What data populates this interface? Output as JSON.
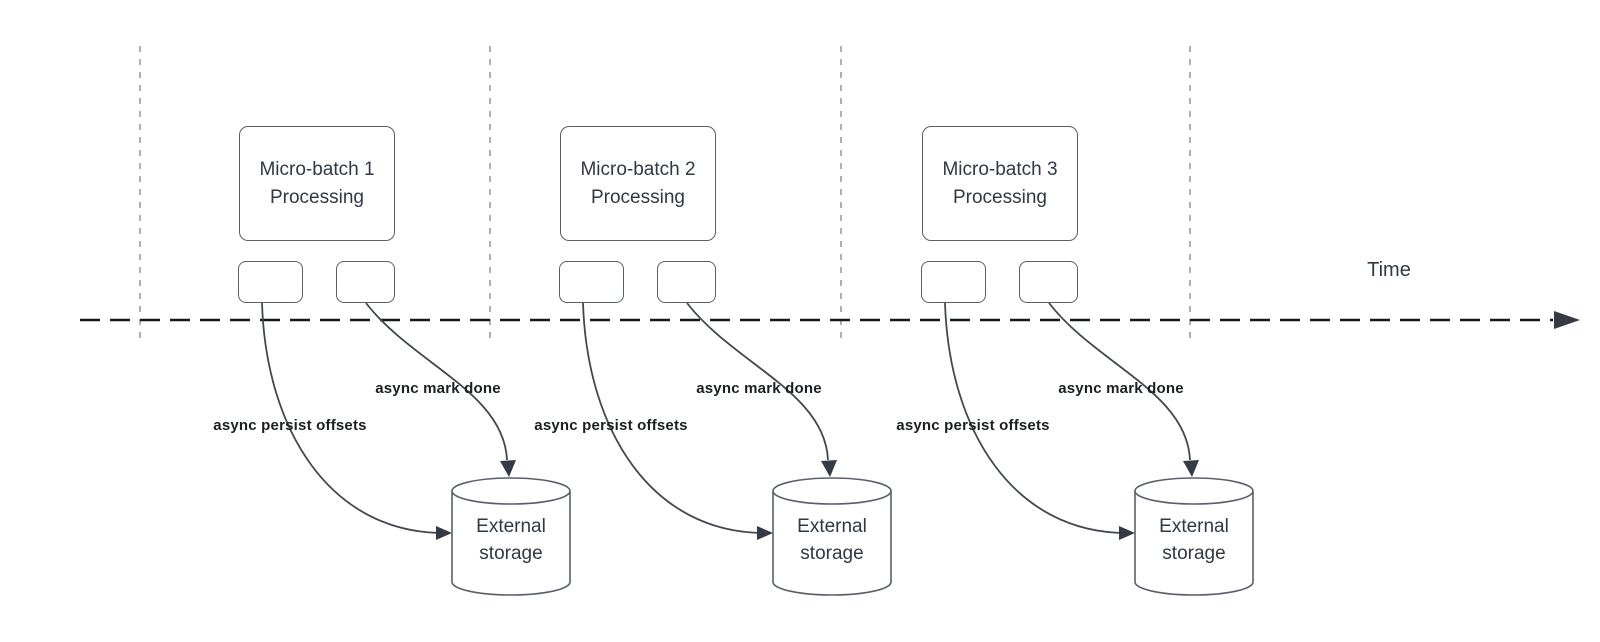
{
  "time_axis_label": "Time",
  "batches": [
    {
      "title": "Micro-batch 1\nProcessing",
      "persist_label": "async persist offsets",
      "mark_done_label": "async mark done",
      "storage_label": "External\nstorage"
    },
    {
      "title": "Micro-batch 2\nProcessing",
      "persist_label": "async persist offsets",
      "mark_done_label": "async mark done",
      "storage_label": "External\nstorage"
    },
    {
      "title": "Micro-batch 3\nProcessing",
      "persist_label": "async persist offsets",
      "mark_done_label": "async mark done",
      "storage_label": "External\nstorage"
    }
  ],
  "colors": {
    "timeline_stroke": "#15181c",
    "guide_stroke": "#b0b0b0",
    "shape_stroke": "#5a606a",
    "curve_stroke": "#43484f",
    "arrow_fill": "#343b45",
    "label_color": "#1b1e22",
    "text_color": "#2f3843",
    "bg": "#ffffff"
  }
}
